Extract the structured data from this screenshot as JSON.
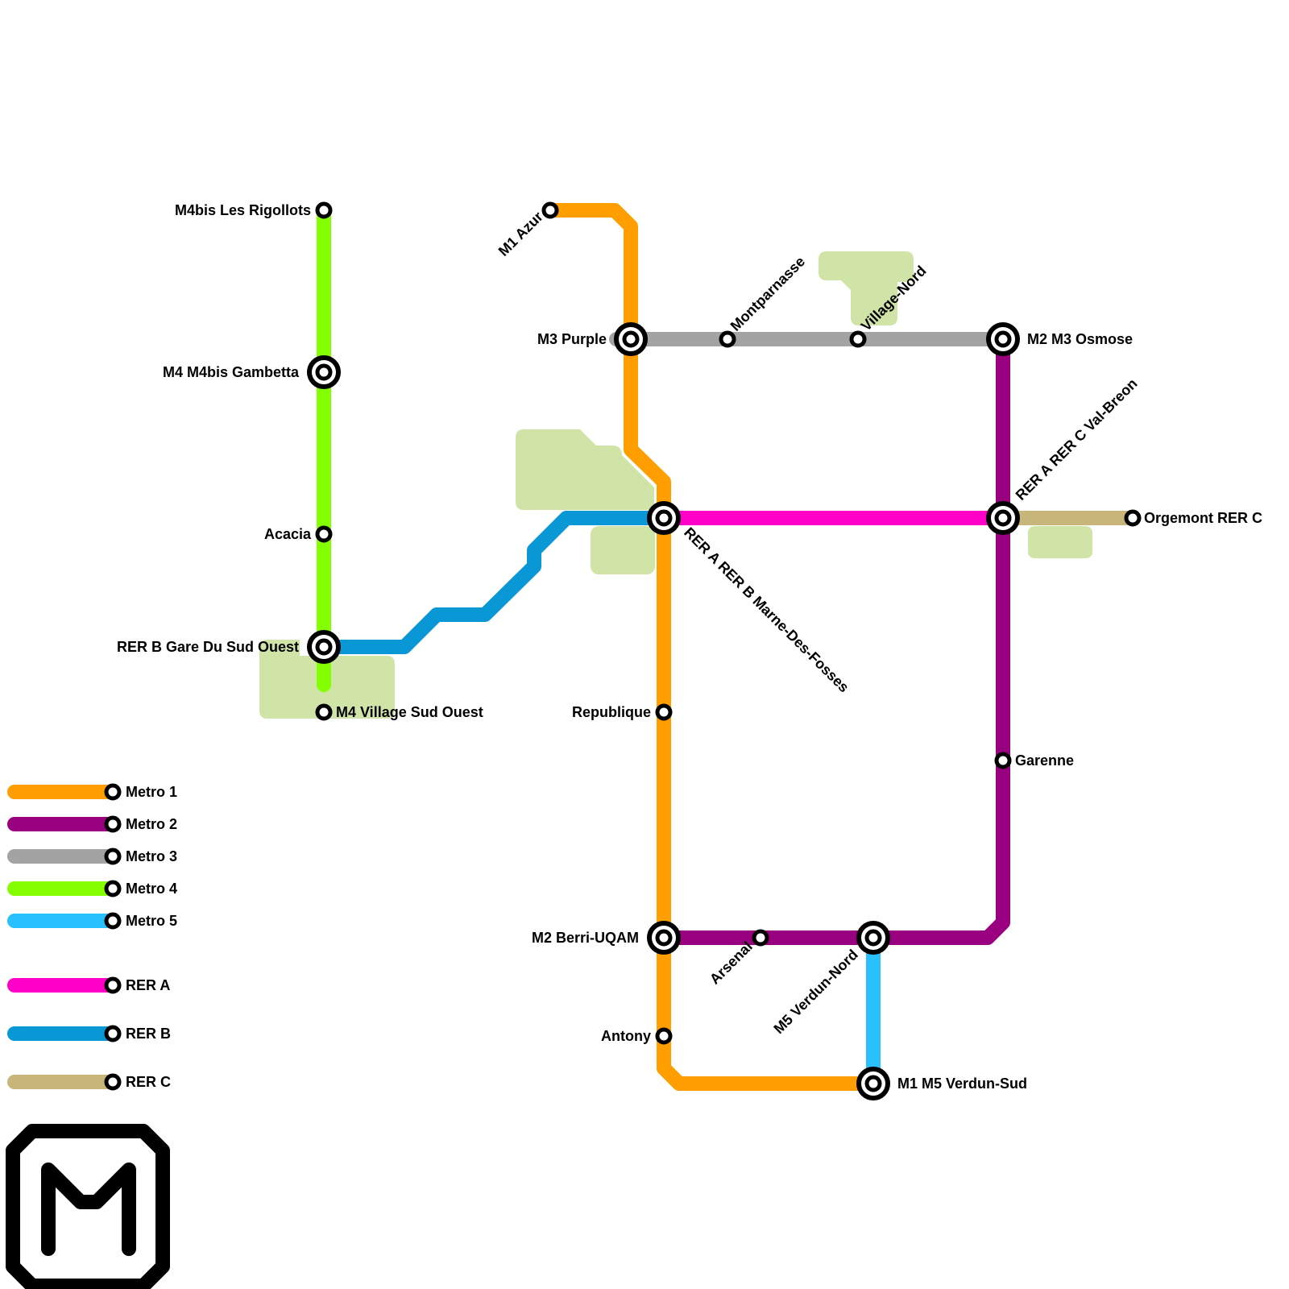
{
  "colors": {
    "metro1": "#ff9e00",
    "metro2": "#990080",
    "metro3": "#a3a3a3",
    "metro4": "#84ff00",
    "metro5": "#29c0ff",
    "rer_a": "#ff00c8",
    "rer_b": "#0a97d6",
    "rer_c": "#c8b57a",
    "park": "#d0e4a8"
  },
  "stations": {
    "rigollots": "M4bis Les Rigollots",
    "gambetta": "M4 M4bis Gambetta",
    "acacia": "Acacia",
    "gare_sud_ouest": "RER B Gare Du Sud Ouest",
    "village_sud_ouest": "M4 Village Sud Ouest",
    "azur": "M1 Azur",
    "purple": "M3 Purple",
    "montparnasse": "Montparnasse",
    "village_nord": "Village-Nord",
    "osmose": "M2 M3 Osmose",
    "val_breon": "RER A RER C Val-Breon",
    "orgemont": "Orgemont RER C",
    "marne": "RER A RER B Marne-Des-Fosses",
    "republique": "Republique",
    "garenne": "Garenne",
    "berri": "M2 Berri-UQAM",
    "arsenal": "Arsenal",
    "verdun_nord": "M5 Verdun-Nord",
    "antony": "Antony",
    "verdun_sud": "M1 M5 Verdun-Sud"
  },
  "legend": [
    {
      "label": "Metro 1"
    },
    {
      "label": "Metro 2"
    },
    {
      "label": "Metro 3"
    },
    {
      "label": "Metro 4"
    },
    {
      "label": "Metro 5"
    },
    {
      "label": "RER A"
    },
    {
      "label": "RER B"
    },
    {
      "label": "RER C"
    }
  ],
  "logo_icon": "metro-m-logo"
}
